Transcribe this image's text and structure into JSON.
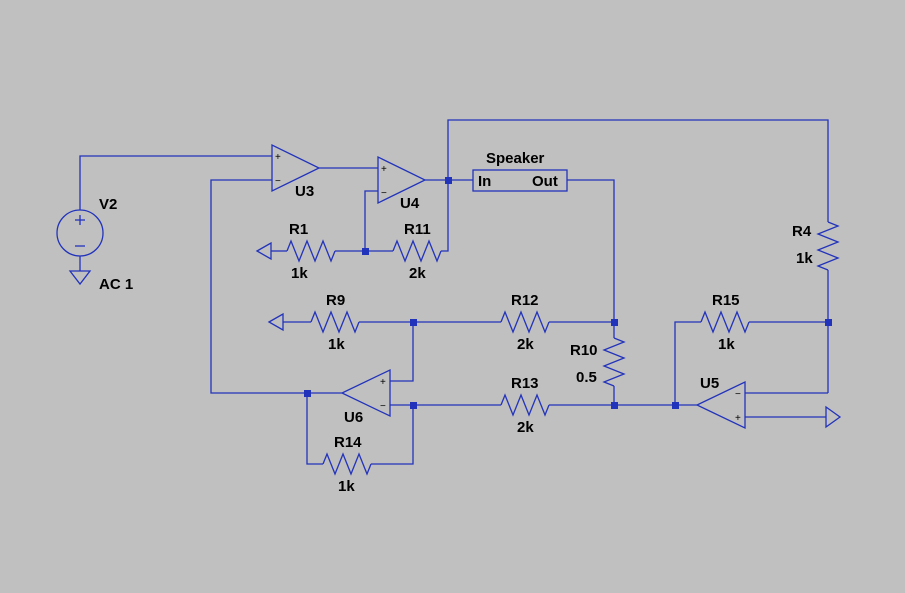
{
  "components": {
    "V2": {
      "name": "V2",
      "value": "AC 1"
    },
    "U3": {
      "name": "U3"
    },
    "U4": {
      "name": "U4"
    },
    "U5": {
      "name": "U5"
    },
    "U6": {
      "name": "U6"
    },
    "R1": {
      "name": "R1",
      "value": "1k"
    },
    "R11": {
      "name": "R11",
      "value": "2k"
    },
    "R9": {
      "name": "R9",
      "value": "1k"
    },
    "R12": {
      "name": "R12",
      "value": "2k"
    },
    "R13": {
      "name": "R13",
      "value": "2k"
    },
    "R14": {
      "name": "R14",
      "value": "1k"
    },
    "R15": {
      "name": "R15",
      "value": "1k"
    },
    "R10": {
      "name": "R10",
      "value": "0.5"
    },
    "R4": {
      "name": "R4",
      "value": "1k"
    },
    "Speaker": {
      "name": "Speaker",
      "in_label": "In",
      "out_label": "Out"
    }
  },
  "pin_labels": {
    "plus": "+",
    "minus": "−"
  },
  "colors": {
    "wire": "#2233bb",
    "background": "#c0c0c0",
    "text": "#000000"
  }
}
